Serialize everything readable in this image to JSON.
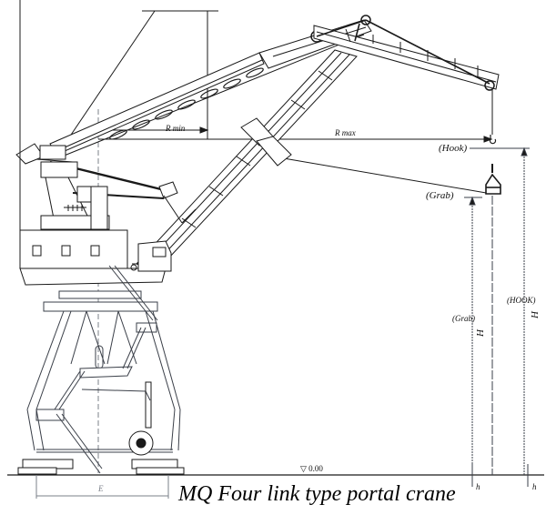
{
  "diagram": {
    "caption": "MQ Four link type portal crane",
    "labels": {
      "r_min": "R min",
      "r_max": "R max",
      "hook": "(Hook)",
      "grab": "(Grab)",
      "hook_height_label": "(HOOK)",
      "grab_height_label": "(Grab)",
      "height_symbol_hook": "H",
      "height_symbol_grab": "H",
      "ground_level": "▽ 0.00",
      "gauge": "E",
      "depth_left": "h",
      "depth_right": "h"
    },
    "components": [
      "boom",
      "jib",
      "counterweight-lever",
      "machinery-house",
      "operator-cab",
      "portal-frame",
      "travel-bogies",
      "cable-reel",
      "stairways",
      "hook",
      "grab"
    ],
    "colors": {
      "line": "#1a1a1a",
      "background": "#ffffff",
      "faint": "#8a8f98"
    }
  }
}
